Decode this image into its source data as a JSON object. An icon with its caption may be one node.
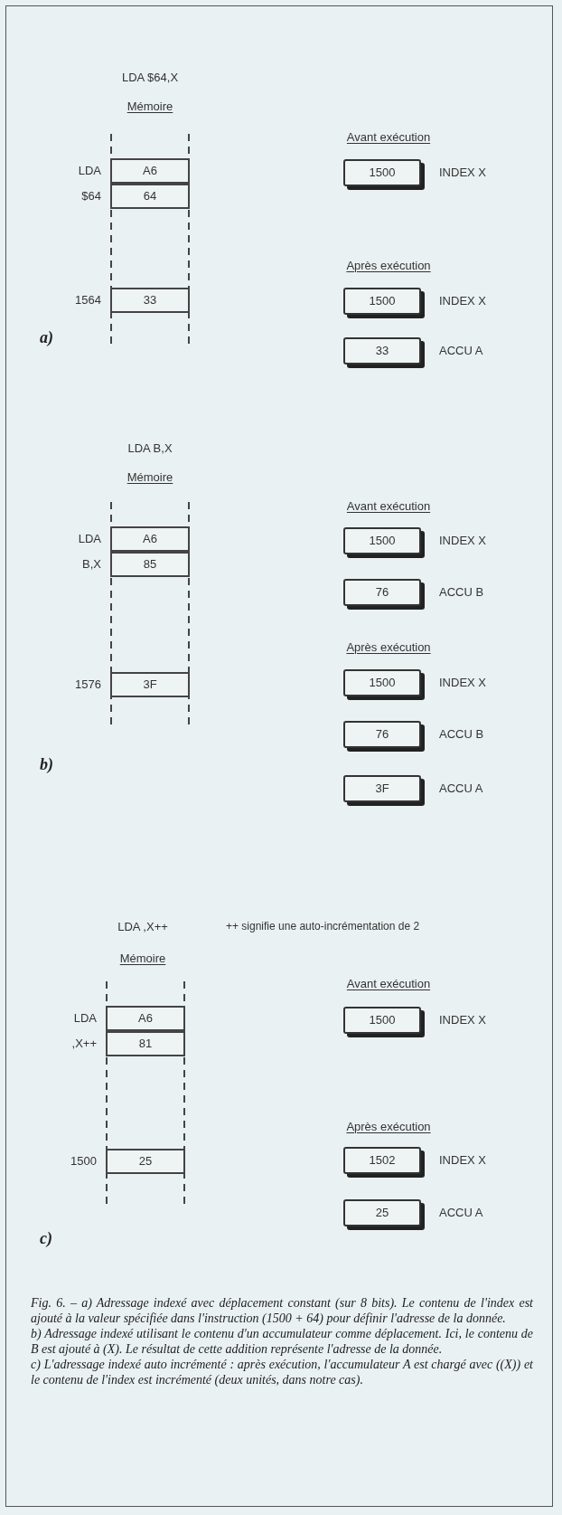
{
  "diagram": {
    "caption": "Fig. 6. – a) Adressage indexé avec déplacement constant (sur 8 bits). Le contenu de l'index est ajouté à la valeur spécifiée dans l'instruction (1500 + 64) pour définir l'adresse de la donnée.",
    "nodes": [
      {
        "text": [
          "A6"
        ],
        "beside": [
          "LDA"
        ]
      },
      {
        "text": [
          "64"
        ],
        "beside": [
          "$64"
        ]
      },
      {
        "text": [
          "33"
        ],
        "beside": [
          "1564"
        ]
      },
      {
        "text": [
          "1500"
        ],
        "beside": [
          "INDEX X"
        ]
      },
      {
        "text": [
          "1500"
        ],
        "beside": [
          "INDEX X"
        ]
      },
      {
        "text": [
          "33"
        ],
        "beside": [
          "ACCU A"
        ]
      },
      {
        "text": [
          "A6"
        ],
        "beside": [
          "LDA"
        ]
      },
      {
        "text": [
          "85"
        ],
        "beside": [
          "B,X"
        ]
      },
      {
        "text": [
          "3F"
        ],
        "beside": [
          "1576"
        ]
      },
      {
        "text": [
          "1500"
        ],
        "beside": [
          "INDEX X"
        ]
      },
      {
        "text": [
          "76"
        ],
        "beside": [
          "ACCU B"
        ]
      },
      {
        "text": [
          "1500"
        ],
        "beside": [
          "INDEX X"
        ]
      },
      {
        "text": [
          "76"
        ],
        "beside": [
          "ACCU B"
        ]
      },
      {
        "text": [
          "3F"
        ],
        "beside": [
          "ACCU A"
        ]
      },
      {
        "text": [
          "A6"
        ],
        "beside": [
          "LDA"
        ]
      },
      {
        "text": [
          "81"
        ],
        "beside": [
          ",X++"
        ]
      },
      {
        "text": [
          "25"
        ],
        "beside": [
          "1500"
        ]
      },
      {
        "text": [
          "1500"
        ],
        "beside": [
          "INDEX X"
        ]
      },
      {
        "text": [
          "1502"
        ],
        "beside": [
          "INDEX X"
        ]
      },
      {
        "text": [
          "25"
        ],
        "beside": [
          "ACCU A"
        ]
      }
    ],
    "labels": [
      "LDA $64,X",
      "Mémoire",
      "Avant exécution",
      "Après exécution",
      "a)",
      "LDA B,X",
      "Mémoire",
      "Avant exécution",
      "Après exécution",
      "b)",
      "LDA ,X++",
      "++ signifie une auto-incrémentation de 2",
      "Mémoire",
      "Avant exécution",
      "Après exécution",
      "c)",
      "b) Adressage indexé utilisant le contenu d'un accumulateur comme déplacement. Ici, le contenu de B est ajouté à (X). Le résultat de cette addition représente l'adresse de la donnée.",
      "c) L'adressage indexé auto incrémenté : après exécution, l'accumulateur A est chargé avec ((X)) et le contenu de l'index est incrémenté (deux unités, dans notre cas)."
    ]
  }
}
